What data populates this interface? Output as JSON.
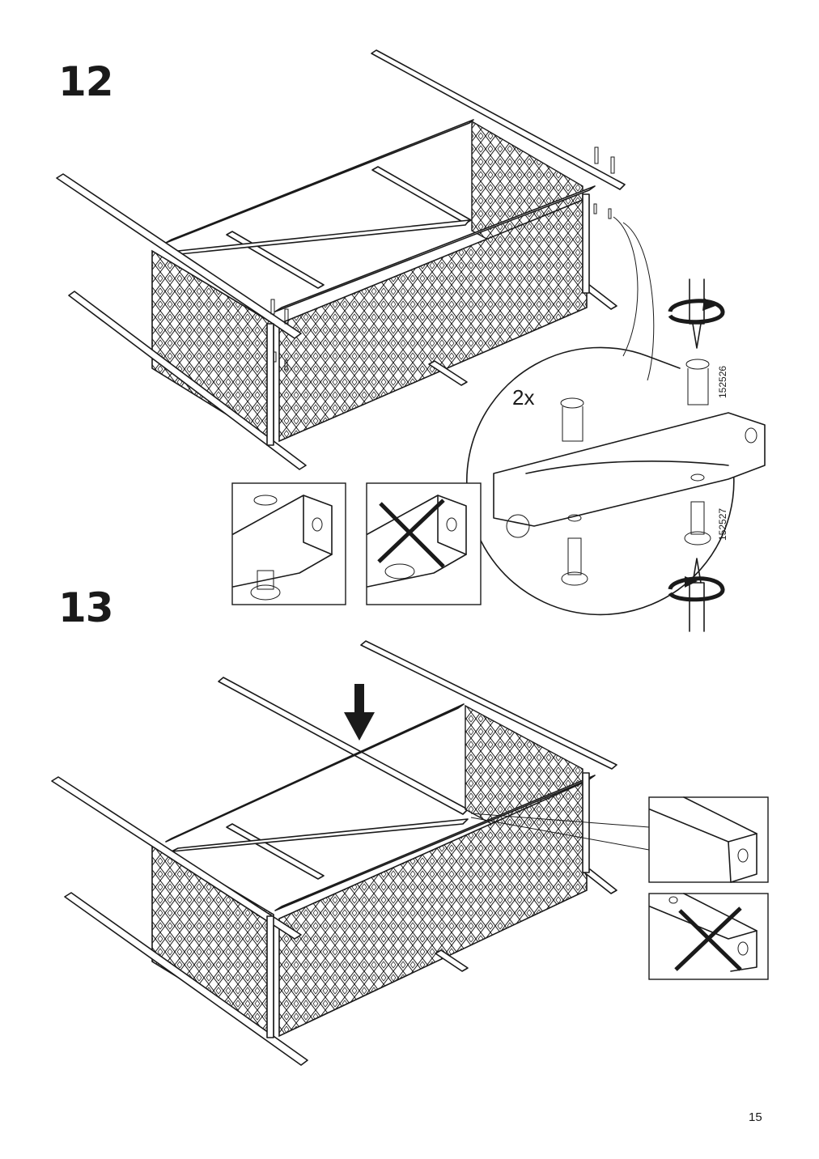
{
  "steps": [
    {
      "number": "12",
      "quantity": "2x",
      "part_codes": [
        "152526",
        "152527"
      ]
    },
    {
      "number": "13"
    }
  ],
  "page_number": "15",
  "icons": {
    "turn_arrow": "rotate-clockwise-icon",
    "press_arrow": "arrow-down-icon",
    "wrong": "cross-x-icon"
  }
}
